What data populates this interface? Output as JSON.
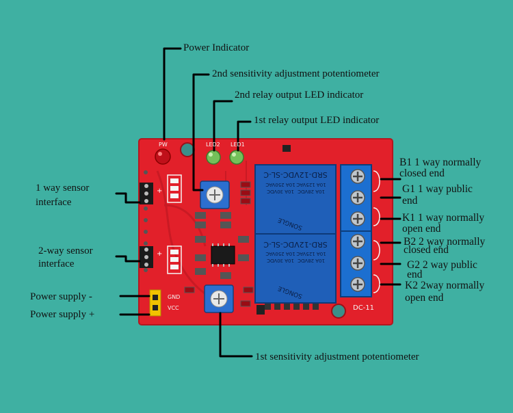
{
  "labels": {
    "power_indicator": "Power Indicator",
    "pot2": "2nd sensitivity adjustment potentiometer",
    "led2": "2nd relay output LED indicator",
    "led1": "1st relay output LED indicator",
    "sensor1_line1": "1 way sensor",
    "sensor1_line2": "interface",
    "sensor2_line1": "2-way sensor",
    "sensor2_line2": "interface",
    "power_minus": "Power supply -",
    "power_plus": "Power supply +",
    "pot1": "1st sensitivity adjustment potentiometer",
    "b1_line1": "B1 1 way normally",
    "b1_line2": "closed end",
    "g1_line1": "G1 1 way public",
    "g1_line2": "end",
    "k1_line1": "K1 1 way normally",
    "k1_line2": "open end",
    "b2_line1": "B2 2 way normally",
    "b2_line2": "closed end",
    "g2_line1": "G2 2 way public",
    "g2_line2": "end",
    "k2_line1": "K2 2way normally",
    "k2_line2": "open end"
  },
  "board": {
    "pw": "PW",
    "led2": "LED2",
    "led1": "LED1",
    "gnd": "GND",
    "vcc": "VCC",
    "model": "DC-11",
    "relay1": {
      "model": "SRD-12VDC-SL-C",
      "spec_a": "10A 250VAC",
      "spec_b": "10A 125VAC",
      "spec_c": "10A 30VDC",
      "spec_d": "10A 28VDC",
      "brand": "SONGLE"
    },
    "relay2": {
      "model": "SRD-12VDC-SL-C",
      "spec_a": "10A 250VAC",
      "spec_b": "10A 125VAC",
      "spec_c": "10A 30VDC",
      "spec_d": "10A 28VDC",
      "brand": "SONGLE"
    }
  },
  "colors": {
    "background": "#3fb0a2",
    "pcb": "#e2202a",
    "relay": "#1f5fb8",
    "terminal": "#1c6fd0",
    "header": "#f2c200",
    "leader": "#000000"
  }
}
